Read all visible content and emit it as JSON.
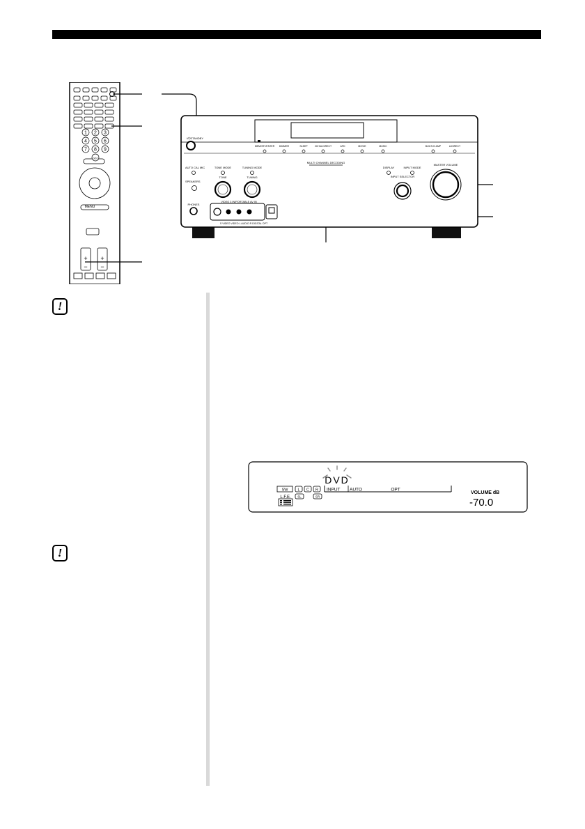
{
  "remote": {
    "row1": [
      "",
      "",
      "",
      "",
      ""
    ],
    "key_labels": [
      "1",
      "2",
      "3",
      "4",
      "5",
      "6",
      "7",
      "8",
      "9",
      "0/10"
    ],
    "menu": "MENU"
  },
  "receiver": {
    "power_label": "I/⏻STANDBY",
    "indicators": [
      "MEMORY/ENTER",
      "DIMMER",
      "SLEEP",
      "2CH/A.DIRECT",
      "AFD",
      "MOVIE",
      "MUSIC"
    ],
    "right_indicators": [
      "BUILT-IN AMP",
      "A.DIRECT"
    ],
    "auto_cal": "AUTO CAL MIC",
    "speakers": "SPEAKERS",
    "tone_mode": "TONE MODE",
    "tone": "TONE",
    "tuning_mode": "TUNING MODE",
    "tuning": "TUNING",
    "multi_channel": "MULTI CHANNEL DECODING",
    "display": "DISPLAY",
    "input_mode": "INPUT MODE",
    "input_selector": "INPUT SELECTOR",
    "master_volume": "MASTER VOLUME",
    "phones": "PHONES",
    "video_in": "VIDEO 3 IN/PORTABLE AV IN",
    "jacks": "S VIDEO VIDEO L AUDIO R DIGITAL OPT"
  },
  "display": {
    "source": "DVD",
    "sw": "SW",
    "ch_l": "L",
    "ch_c": "C",
    "ch_r": "R",
    "ch_sl": "SL",
    "ch_sr": "SR",
    "lfe": "L.F.E.",
    "input": "INPUT",
    "auto": "AUTO",
    "opt": "OPT",
    "volume_label": "VOLUME dB",
    "volume_value": "-70.0"
  }
}
